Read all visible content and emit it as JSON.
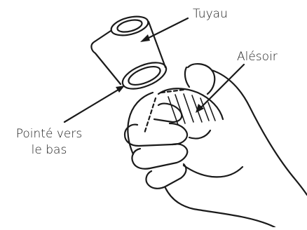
{
  "labels": {
    "pipe": "Tuyau",
    "reamer": "Alésoir",
    "pointed_down_line1": "Pointé vers",
    "pointed_down_line2": "le bas"
  },
  "colors": {
    "stroke": "#1a1a1a",
    "background": "#ffffff"
  }
}
